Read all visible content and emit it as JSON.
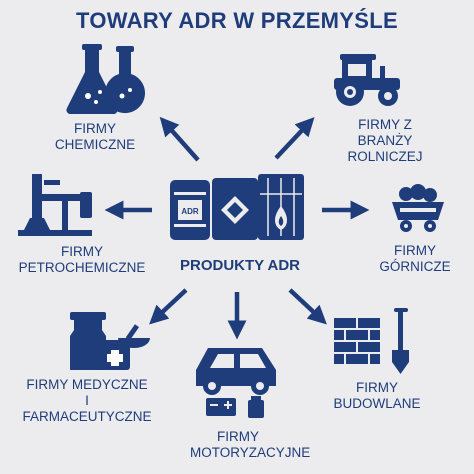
{
  "title": "TOWARY ADR W PRZEMYŚLE",
  "center": {
    "label": "PRODUKTY ADR",
    "adr_sign": "ADR"
  },
  "colors": {
    "primary": "#1f3d7a",
    "background": "#ececef",
    "accent": "#ffffff"
  },
  "nodes": {
    "chemical": {
      "lines": [
        "FIRMY",
        "CHEMICZNE"
      ],
      "icon": "lab-flasks-icon"
    },
    "agricultural": {
      "lines": [
        "FIRMY Z",
        "BRANŻY",
        "ROLNICZEJ"
      ],
      "icon": "tractor-icon"
    },
    "petrochemical": {
      "lines": [
        "FIRMY",
        "PETROCHEMICZNE"
      ],
      "icon": "oil-pump-icon"
    },
    "mining": {
      "lines": [
        "FIRMY",
        "GÓRNICZE"
      ],
      "icon": "mine-cart-icon"
    },
    "medical": {
      "lines": [
        "FIRMY MEDYCZNE",
        "I",
        "FARMACEUTYCZNE"
      ],
      "icon": "pharmacy-icon"
    },
    "automotive": {
      "lines": [
        "FIRMY",
        "MOTORYZACYJNE"
      ],
      "icon": "car-icon"
    },
    "construction": {
      "lines": [
        "FIRMY",
        "BUDOWLANE"
      ],
      "icon": "bricks-shovel-icon"
    }
  }
}
